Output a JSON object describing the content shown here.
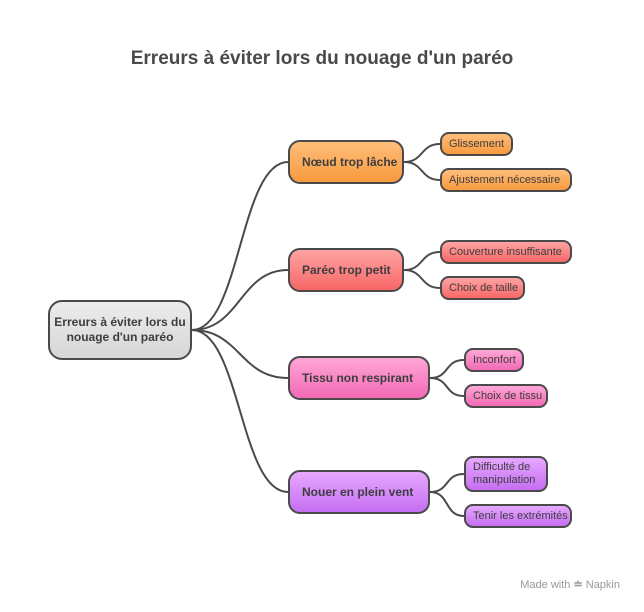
{
  "title": "Erreurs à éviter lors du nouage d'un paréo",
  "root": "Erreurs à éviter lors du nouage d'un paréo",
  "branches": [
    {
      "label": "Nœud trop lâche",
      "color": "#f79a3e",
      "children": [
        "Glissement",
        "Ajustement nécessaire"
      ]
    },
    {
      "label": "Paréo trop petit",
      "color": "#f76767",
      "children": [
        "Couverture insuffisante",
        "Choix de taille"
      ]
    },
    {
      "label": "Tissu non respirant",
      "color": "#f26ab5",
      "children": [
        "Inconfort",
        "Choix de tissu"
      ]
    },
    {
      "label": "Nouer en plein vent",
      "color": "#c66ef2",
      "children": [
        "Difficulté de manipulation",
        "Tenir les extrémités"
      ]
    }
  ],
  "footer": {
    "made_with": "Made with",
    "brand": "Napkin"
  }
}
